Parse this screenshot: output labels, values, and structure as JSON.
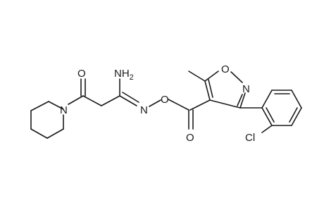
{
  "structure": {
    "atom_labels": {
      "carbonyl_oxygen": "O",
      "amine": "NH",
      "amine_subscript": "2",
      "piperidine_nitrogen": "N",
      "oxime_nitrogen": "N",
      "oxime_oxygen": "O",
      "ester_oxygen": "O",
      "isoxazole_oxygen": "O",
      "isoxazole_nitrogen": "N",
      "chlorine": "Cl"
    }
  }
}
